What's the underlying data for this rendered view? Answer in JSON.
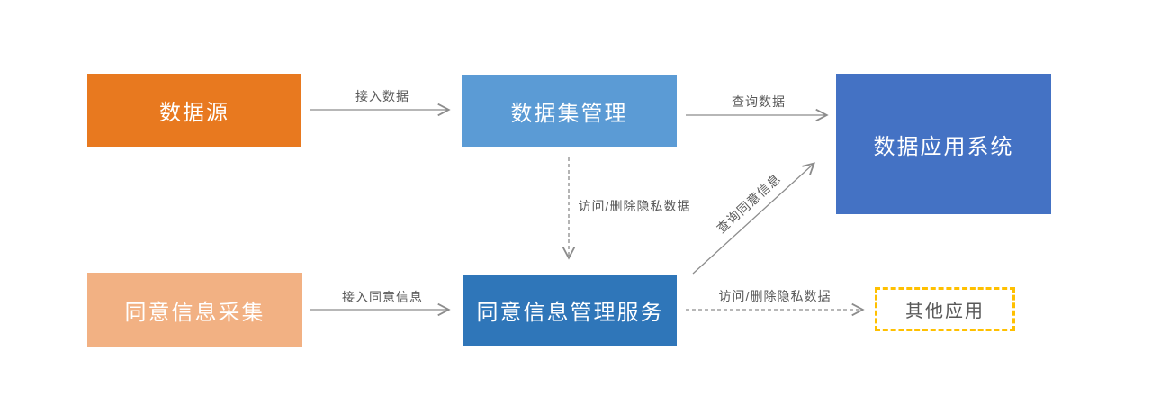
{
  "diagram": {
    "title": "privacy-data-consent-flow-diagram",
    "background_color": "#FFFFFF",
    "arrow_color": "#8C8C8C",
    "edge_label_color": "#595959",
    "nodes": {
      "data_source": {
        "label": "数据源",
        "fill": "#E8791F",
        "text_color": "#FFFFFF",
        "shape": "rect-solid"
      },
      "dataset_management": {
        "label": "数据集管理",
        "fill": "#5B9BD5",
        "text_color": "#FFFFFF",
        "shape": "rect-solid"
      },
      "data_application_system": {
        "label": "数据应用系统",
        "fill": "#4472C4",
        "text_color": "#FFFFFF",
        "shape": "rect-solid"
      },
      "consent_collection": {
        "label": "同意信息采集",
        "fill": "#F2B183",
        "text_color": "#FFFFFF",
        "shape": "rect-solid"
      },
      "consent_management_service": {
        "label": "同意信息管理服务",
        "fill": "#2F76B9",
        "text_color": "#FFFFFF",
        "shape": "rect-solid"
      },
      "other_applications": {
        "label": "其他应用",
        "fill": "#FFFFFF",
        "border_color": "#FFC000",
        "border_style": "dashed",
        "text_color": "#595959",
        "shape": "rect-dashed-outline"
      }
    },
    "edges": {
      "ingest_data": {
        "label": "接入数据",
        "from": "data_source",
        "to": "dataset_management",
        "style": "solid"
      },
      "query_data": {
        "label": "查询数据",
        "from": "dataset_management",
        "to": "data_application_system",
        "style": "solid"
      },
      "access_delete_private_data_mid": {
        "label": "访问/删除隐私数据",
        "from": "dataset_management",
        "to": "consent_management_service",
        "style": "dashed"
      },
      "query_consent_info": {
        "label": "查询同意信息",
        "from": "consent_management_service",
        "to": "data_application_system",
        "style": "solid"
      },
      "ingest_consent_info": {
        "label": "接入同意信息",
        "from": "consent_collection",
        "to": "consent_management_service",
        "style": "solid"
      },
      "access_delete_private_data_right": {
        "label": "访问/删除隐私数据",
        "from": "consent_management_service",
        "to": "other_applications",
        "style": "dashed"
      }
    }
  }
}
